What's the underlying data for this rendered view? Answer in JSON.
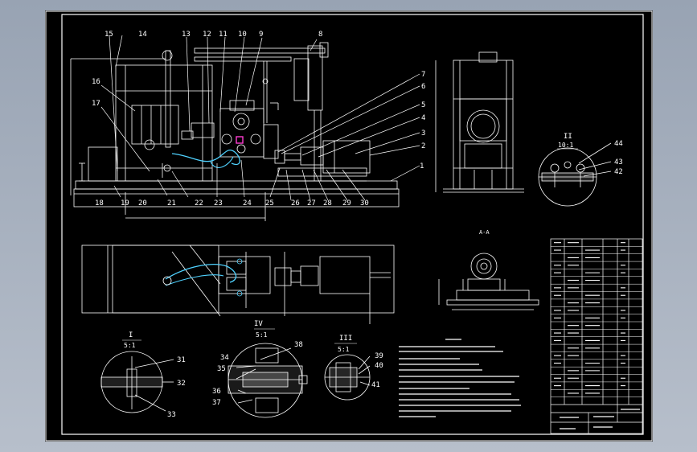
{
  "colors": {
    "background": "#9aa5b4",
    "sheet": "#000000",
    "line": "#ffffff",
    "accent_cyan": "#4fd2ff",
    "accent_magenta": "#ff3cd2"
  },
  "callouts": [
    "1",
    "2",
    "3",
    "4",
    "5",
    "6",
    "7",
    "8",
    "9",
    "10",
    "11",
    "12",
    "13",
    "14",
    "15",
    "16",
    "17",
    "18",
    "19",
    "20",
    "21",
    "22",
    "23",
    "24",
    "25",
    "26",
    "27",
    "28",
    "29",
    "30",
    "31",
    "32",
    "33",
    "34",
    "35",
    "36",
    "37",
    "38",
    "39",
    "40",
    "41",
    "42",
    "43",
    "44"
  ],
  "views": {
    "detail_I": {
      "numeral": "I",
      "scale": "5:1"
    },
    "detail_II": {
      "numeral": "II",
      "scale": "10:1"
    },
    "detail_III": {
      "numeral": "III",
      "scale": "5:1"
    },
    "detail_IV": {
      "numeral": "IV",
      "scale": "5:1"
    },
    "section_AA": {
      "label": "A-A"
    }
  }
}
